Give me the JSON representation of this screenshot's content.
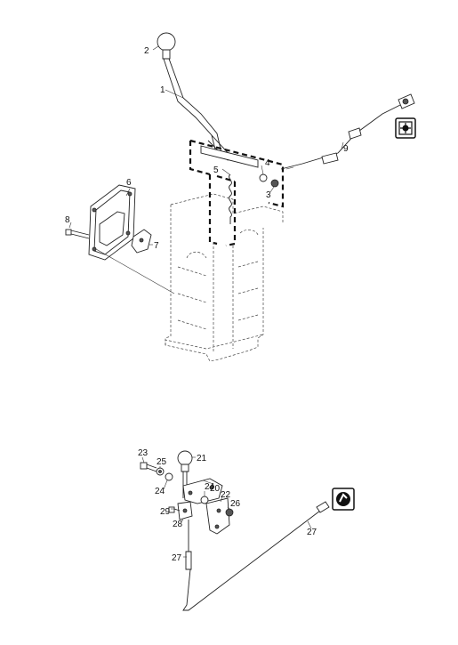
{
  "callouts": {
    "c1": "1",
    "c2": "2",
    "c3": "3",
    "c4": "4",
    "c5": "5",
    "c6": "6",
    "c7": "7",
    "c8": "8",
    "c9": "9",
    "c20": "20",
    "c21": "21",
    "c22": "22",
    "c23": "23",
    "c24a": "24",
    "c24b": "24",
    "c25": "25",
    "c26": "26",
    "c27a": "27",
    "c27b": "27",
    "c28": "28",
    "c29": "29"
  },
  "icons": {
    "top": "gear-in-frame-icon",
    "bottom": "hand-lever-icon"
  }
}
